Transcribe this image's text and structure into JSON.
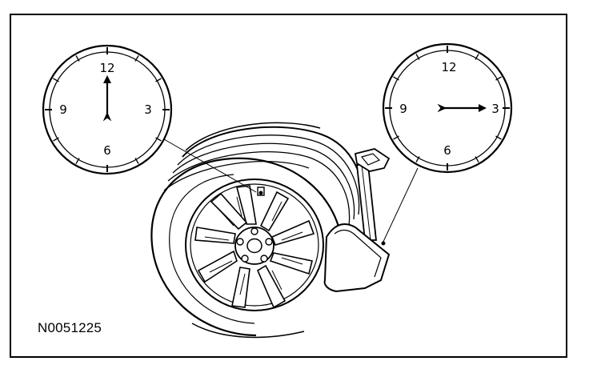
{
  "figure": {
    "id": "N0051225",
    "ink_color": "#000000",
    "paper_color": "#ffffff"
  },
  "clock_left": {
    "labels": [
      "12",
      "3",
      "6",
      "9"
    ],
    "hand": "12 o'clock"
  },
  "clock_right": {
    "labels": [
      "12",
      "3",
      "6",
      "9"
    ],
    "hand": "3 o'clock"
  },
  "icons": [
    "wheel-icon",
    "tire-icon",
    "balancer-arm-icon",
    "clock-face-icon"
  ]
}
